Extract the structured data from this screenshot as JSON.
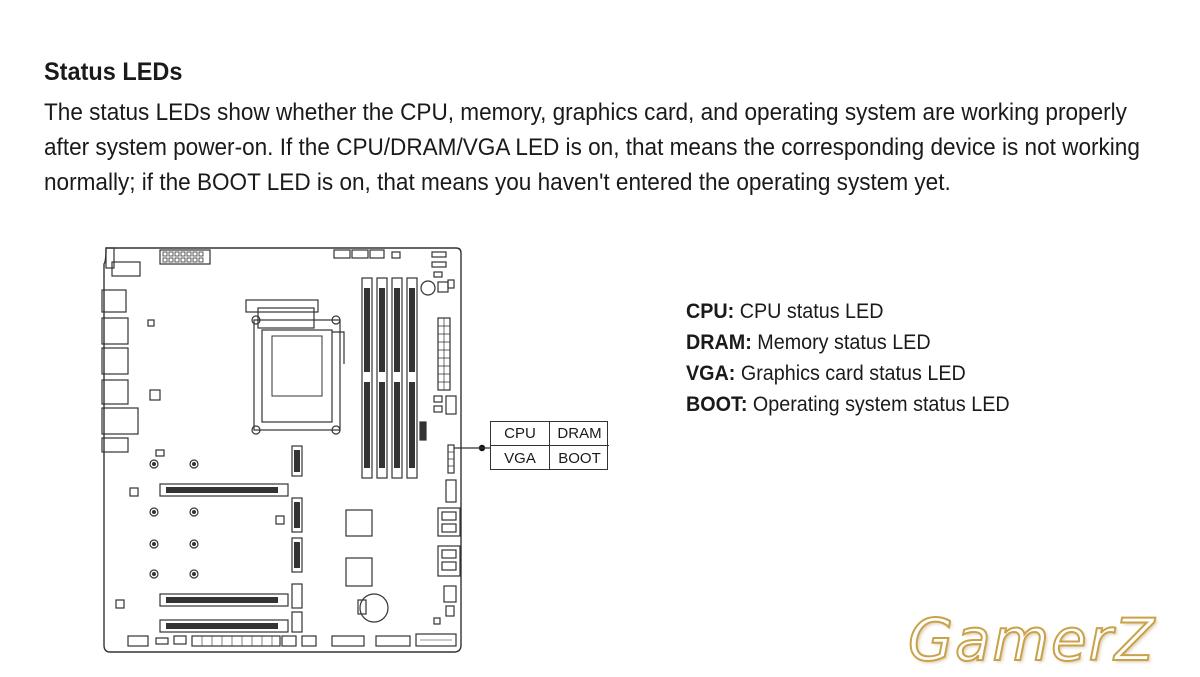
{
  "heading": "Status LEDs",
  "description_lines": [
    "The status LEDs show whether the CPU, memory, graphics card, and operating system are working properly",
    "after system power-on. If the CPU/DRAM/VGA LED is on, that means the corresponding device is not working",
    "normally; if the BOOT LED is on, that means you haven't entered the operating system yet."
  ],
  "led_box": {
    "cpu": "CPU",
    "dram": "DRAM",
    "vga": "VGA",
    "boot": "BOOT"
  },
  "legend": [
    {
      "term": "CPU:",
      "desc": " CPU status LED"
    },
    {
      "term": "DRAM:",
      "desc": " Memory status LED"
    },
    {
      "term": "VGA:",
      "desc": " Graphics card status LED"
    },
    {
      "term": "BOOT:",
      "desc": " Operating system status LED"
    }
  ],
  "watermark": "GamerZ",
  "colors": {
    "accent_gold": "#c9a24a",
    "text": "#1a1a1a",
    "line": "#333333"
  }
}
